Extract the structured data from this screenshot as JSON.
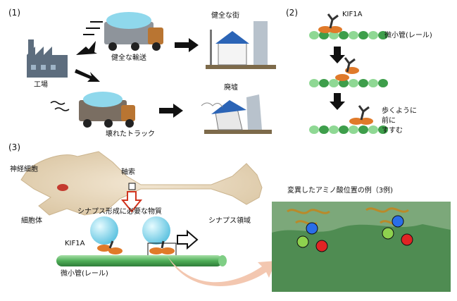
{
  "sections": {
    "s1": "(1)",
    "s2": "(2)",
    "s3": "(3)"
  },
  "panel1": {
    "factory": "工場",
    "healthy_transport": "健全な輸送",
    "healthy_town": "健全な街",
    "ruins": "廃墟",
    "broken_truck": "壊れたトラック"
  },
  "panel2": {
    "motor": "KIF1A",
    "microtubule": "微小管(レール)",
    "walk_line1": "歩くように",
    "walk_line2": "前に",
    "walk_line3": "すすむ"
  },
  "panel3": {
    "neuron": "神経細胞",
    "axon": "軸索",
    "cell_body": "細胞体",
    "synapse_material": "シナプス形成に必要な物質",
    "synapse_region": "シナプス領域",
    "motor": "KIF1A",
    "microtubule": "微小管(レール)",
    "mutation_title": "変異したアミノ酸位置の例（3例)"
  },
  "colors": {
    "rail_green": "#5fbf6a",
    "motor_orange": "#e07a2a",
    "cargo_blue": "#7fd3ea",
    "neuron_beige": "#eadcc4",
    "arrow_peach": "#f3c7b0"
  }
}
